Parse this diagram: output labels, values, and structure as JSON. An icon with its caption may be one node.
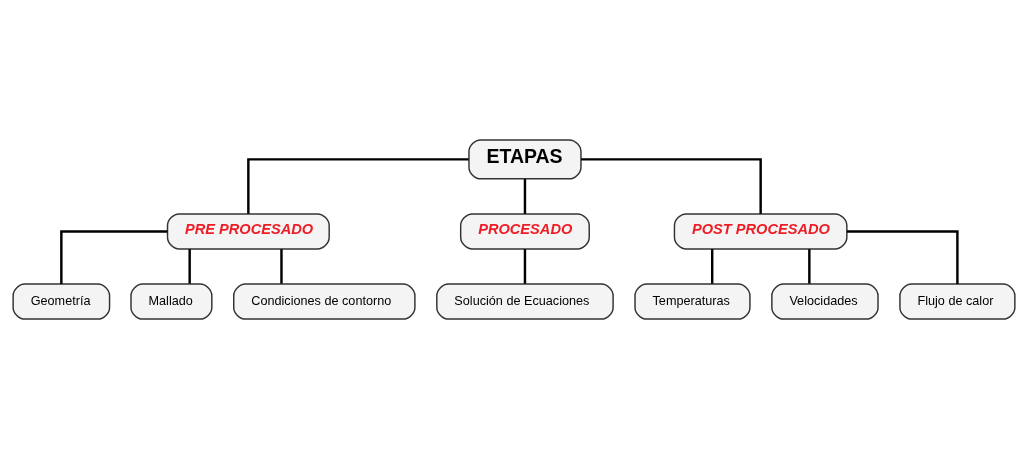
{
  "diagram": {
    "nodes": [
      {
        "text": [
          "ETAPAS"
        ]
      },
      {
        "text": [
          "PRE PROCESADO"
        ]
      },
      {
        "text": [
          "PROCESADO"
        ]
      },
      {
        "text": [
          "POST PROCESADO"
        ]
      },
      {
        "text": [
          "Geometría"
        ]
      },
      {
        "text": [
          "Mallado"
        ]
      },
      {
        "text": [
          "Condiciones de contorno"
        ]
      },
      {
        "text": [
          "Solución de Ecuaciones"
        ]
      },
      {
        "text": [
          "Temperaturas"
        ]
      },
      {
        "text": [
          "Velocidades"
        ]
      },
      {
        "text": [
          "Flujo de calor"
        ]
      }
    ],
    "edges": [
      {
        "from": 0,
        "to": 1,
        "arrow": "none"
      },
      {
        "from": 0,
        "to": 2,
        "arrow": "none"
      },
      {
        "from": 0,
        "to": 3,
        "arrow": "none"
      },
      {
        "from": 1,
        "to": 4,
        "arrow": "none"
      },
      {
        "from": 1,
        "to": 5,
        "arrow": "none"
      },
      {
        "from": 1,
        "to": 6,
        "arrow": "none"
      },
      {
        "from": 2,
        "to": 7,
        "arrow": "none"
      },
      {
        "from": 3,
        "to": 8,
        "arrow": "none"
      },
      {
        "from": 3,
        "to": 9,
        "arrow": "none"
      },
      {
        "from": 3,
        "to": 10,
        "arrow": "none"
      }
    ]
  }
}
